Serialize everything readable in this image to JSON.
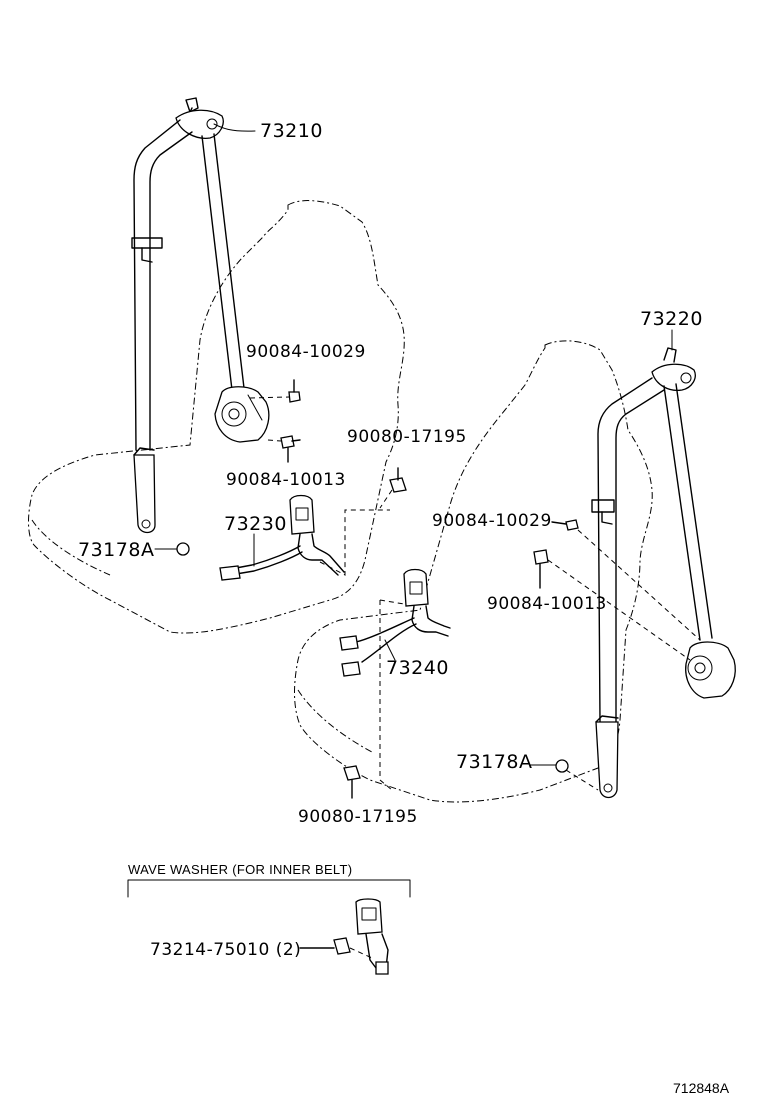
{
  "diagram": {
    "callouts": {
      "p73210": "73210",
      "p73220": "73220",
      "p73230": "73230",
      "p73240": "73240",
      "p73178a_left": "73178A",
      "p73178a_right": "73178A",
      "p90084_10029_left": "90084-10029",
      "p90084_10029_right": "90084-10029",
      "p90084_10013_left": "90084-10013",
      "p90084_10013_right": "90084-10013",
      "p90080_17195_top": "90080-17195",
      "p90080_17195_bottom": "90080-17195",
      "p73214_75010": "73214-75010 (2)"
    },
    "inset_header": "WAVE WASHER (FOR INNER BELT)",
    "figure_code": "712848A"
  }
}
